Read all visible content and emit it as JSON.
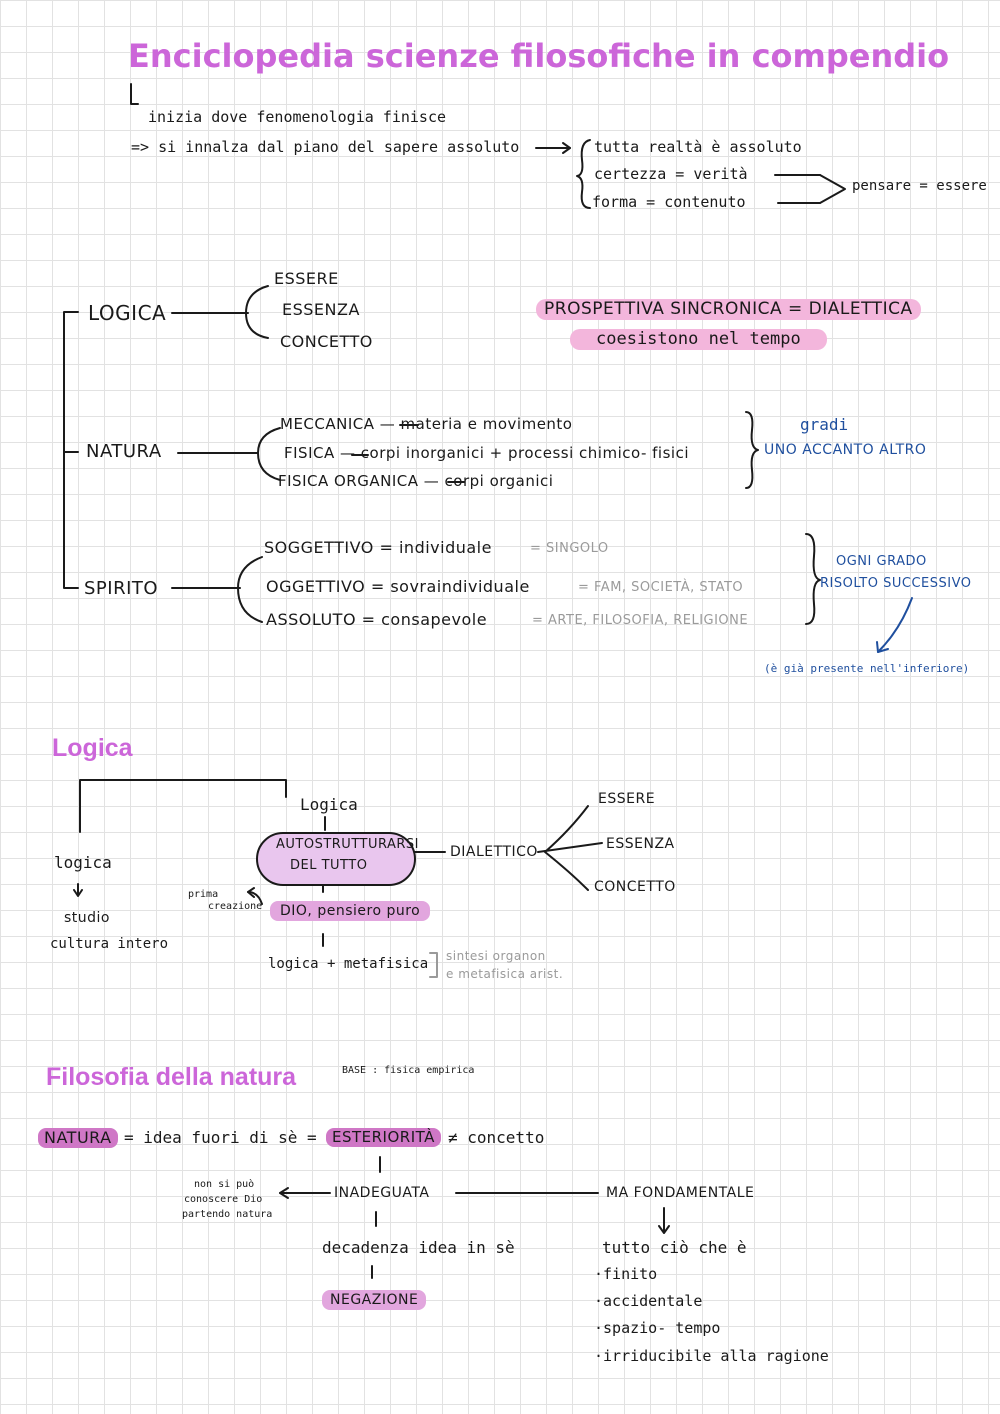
{
  "title": "Enciclopedia scienze filosofiche in compendio",
  "intro": {
    "line1": "inizia dove fenomenologia finisce",
    "line2": "=> si innalza dal piano del sapere assoluto",
    "b1": "tutta realtà è assoluto",
    "b2": "certezza = verità",
    "b3": "forma = contenuto",
    "result": "pensare = essere"
  },
  "tree": {
    "logica": "LOGICA",
    "logica_items": [
      "ESSERE",
      "ESSENZA",
      "CONCETTO"
    ],
    "prospettiva": "PROSPETTIVA SINCRONICA = DIALETTICA",
    "coesistono": "coesistono nel tempo",
    "natura": "NATURA",
    "natura_items": [
      "MECCANICA — materia e movimento",
      "FISICA — corpi inorganici + processi chimico- fisici",
      "FISICA ORGANICA — corpi organici"
    ],
    "gradi": "gradi",
    "accanto": "UNO ACCANTO ALTRO",
    "spirito": "SPIRITO",
    "spirito_items": [
      "SOGGETTIVO = individuale",
      "OGGETTIVO = sovraindividuale",
      "ASSOLUTO = consapevole"
    ],
    "spirito_notes": [
      "= SINGOLO",
      "= FAM, SOCIETÀ, STATO",
      "= ARTE, FILOSOFIA, RELIGIONE"
    ],
    "ogni": "OGNI GRADO",
    "risolto": "RISOLTO SUCCESSIVO",
    "presente": "(è già presente nell'inferiore)"
  },
  "logica_section": {
    "heading": "Logica",
    "top": "Logica",
    "left1": "logica",
    "left2": "studio",
    "left3": "cultura intero",
    "center1": "AUTOSTRUTTURARSI",
    "center2": "DEL TUTTO",
    "dialettico": "DIALETTICO",
    "items": [
      "ESSERE",
      "ESSENZA",
      "CONCETTO"
    ],
    "prima1": "prima",
    "prima2": "creazione",
    "dio": "DIO, pensiero puro",
    "logmeta": "logica + metafisica",
    "sintesi1": "sintesi organon",
    "sintesi2": "e metafisica arist."
  },
  "natura_section": {
    "heading": "Filosofia della natura",
    "base": "BASE : fisica empirica",
    "natura": "NATURA",
    "eq1": "= idea fuori di sè =",
    "esteriorita": "ESTERIORITÀ",
    "neq": "≠ concetto",
    "inadeguata": "INADEGUATA",
    "ma": "MA FONDAMENTALE",
    "non1": "non si può",
    "non2": "conoscere Dio",
    "non3": "partendo natura",
    "decadenza": "decadenza idea in sè",
    "negazione": "NEGAZIONE",
    "tutto": "tutto ciò che è",
    "list": [
      "·finito",
      "·accidentale",
      "·spazio- tempo",
      "·irriducibile alla ragione"
    ]
  },
  "colors": {
    "title": "#cc66d9",
    "highlight": "#f3b6dc",
    "highlight_dark": "#cf77c6",
    "blue": "#1f4f9e",
    "grey": "#9a9a9a"
  }
}
